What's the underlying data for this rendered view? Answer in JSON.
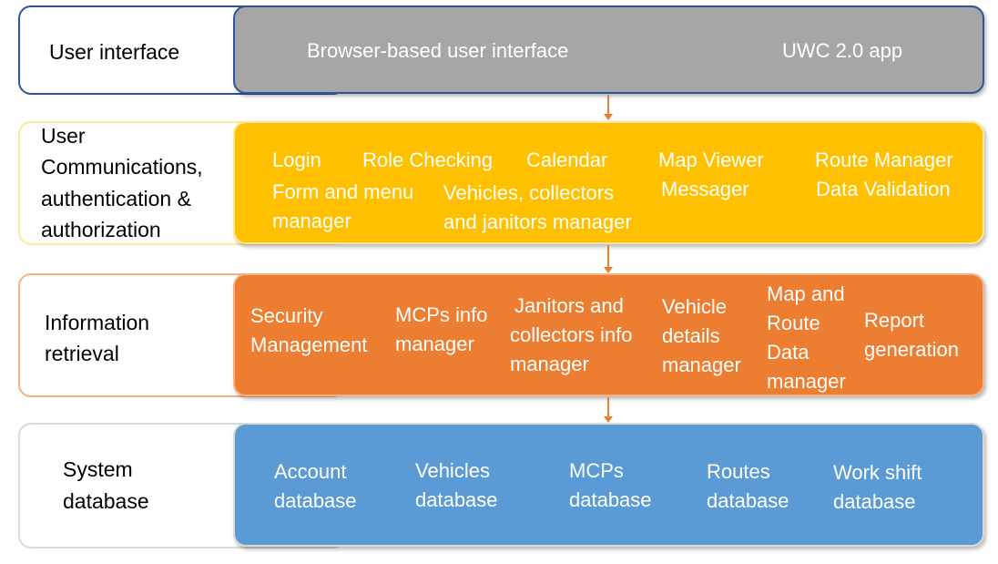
{
  "colors": {
    "ui_border": "#2f5597",
    "ui_fill": "#a6a6a6",
    "comm_border": "#ffe699",
    "comm_fill": "#ffc000",
    "info_border": "#f4b183",
    "info_fill": "#ed7d31",
    "db_border": "#d9d9d9",
    "db_fill": "#5b9bd5",
    "connector": "#ed7d31"
  },
  "layers": {
    "user_interface": {
      "label": "User interface",
      "items": {
        "browser_ui": "Browser-based user interface",
        "uwc_app": "UWC 2.0 app"
      }
    },
    "communications": {
      "label": {
        "line1": "User",
        "line2": "Communications,",
        "line3": "authentication &",
        "line4": "authorization"
      },
      "items": {
        "login": "Login",
        "role_checking": "Role Checking",
        "calendar": "Calendar",
        "map_viewer": "Map Viewer",
        "route_manager": "Route Manager",
        "form_menu_line1": "Form and menu",
        "form_menu_line2": "manager",
        "vehicles_line1": "Vehicles, collectors",
        "vehicles_line2": "and janitors manager",
        "messager": "Messager",
        "data_validation": "Data Validation"
      }
    },
    "information_retrieval": {
      "label": {
        "line1": "Information",
        "line2": "retrieval"
      },
      "items": {
        "security_line1": "Security",
        "security_line2": "Management",
        "mcps_line1": "MCPs info",
        "mcps_line2": "manager",
        "janitors_line1": "Janitors and",
        "janitors_line2": "collectors info",
        "janitors_line3": "manager",
        "vehicle_line1": "Vehicle",
        "vehicle_line2": "details",
        "vehicle_line3": "manager",
        "map_line1": "Map and",
        "map_line2": "Route",
        "map_line3": "Data",
        "map_line4": "manager",
        "report_line1": "Report",
        "report_line2": "generation"
      }
    },
    "system_database": {
      "label": {
        "line1": "System",
        "line2": "database"
      },
      "items": {
        "account_line1": "Account",
        "account_line2": "database",
        "vehicles_line1": "Vehicles",
        "vehicles_line2": "database",
        "mcps_line1": "MCPs",
        "mcps_line2": "database",
        "routes_line1": "Routes",
        "routes_line2": "database",
        "workshift_line1": "Work shift",
        "workshift_line2": "database"
      }
    }
  }
}
